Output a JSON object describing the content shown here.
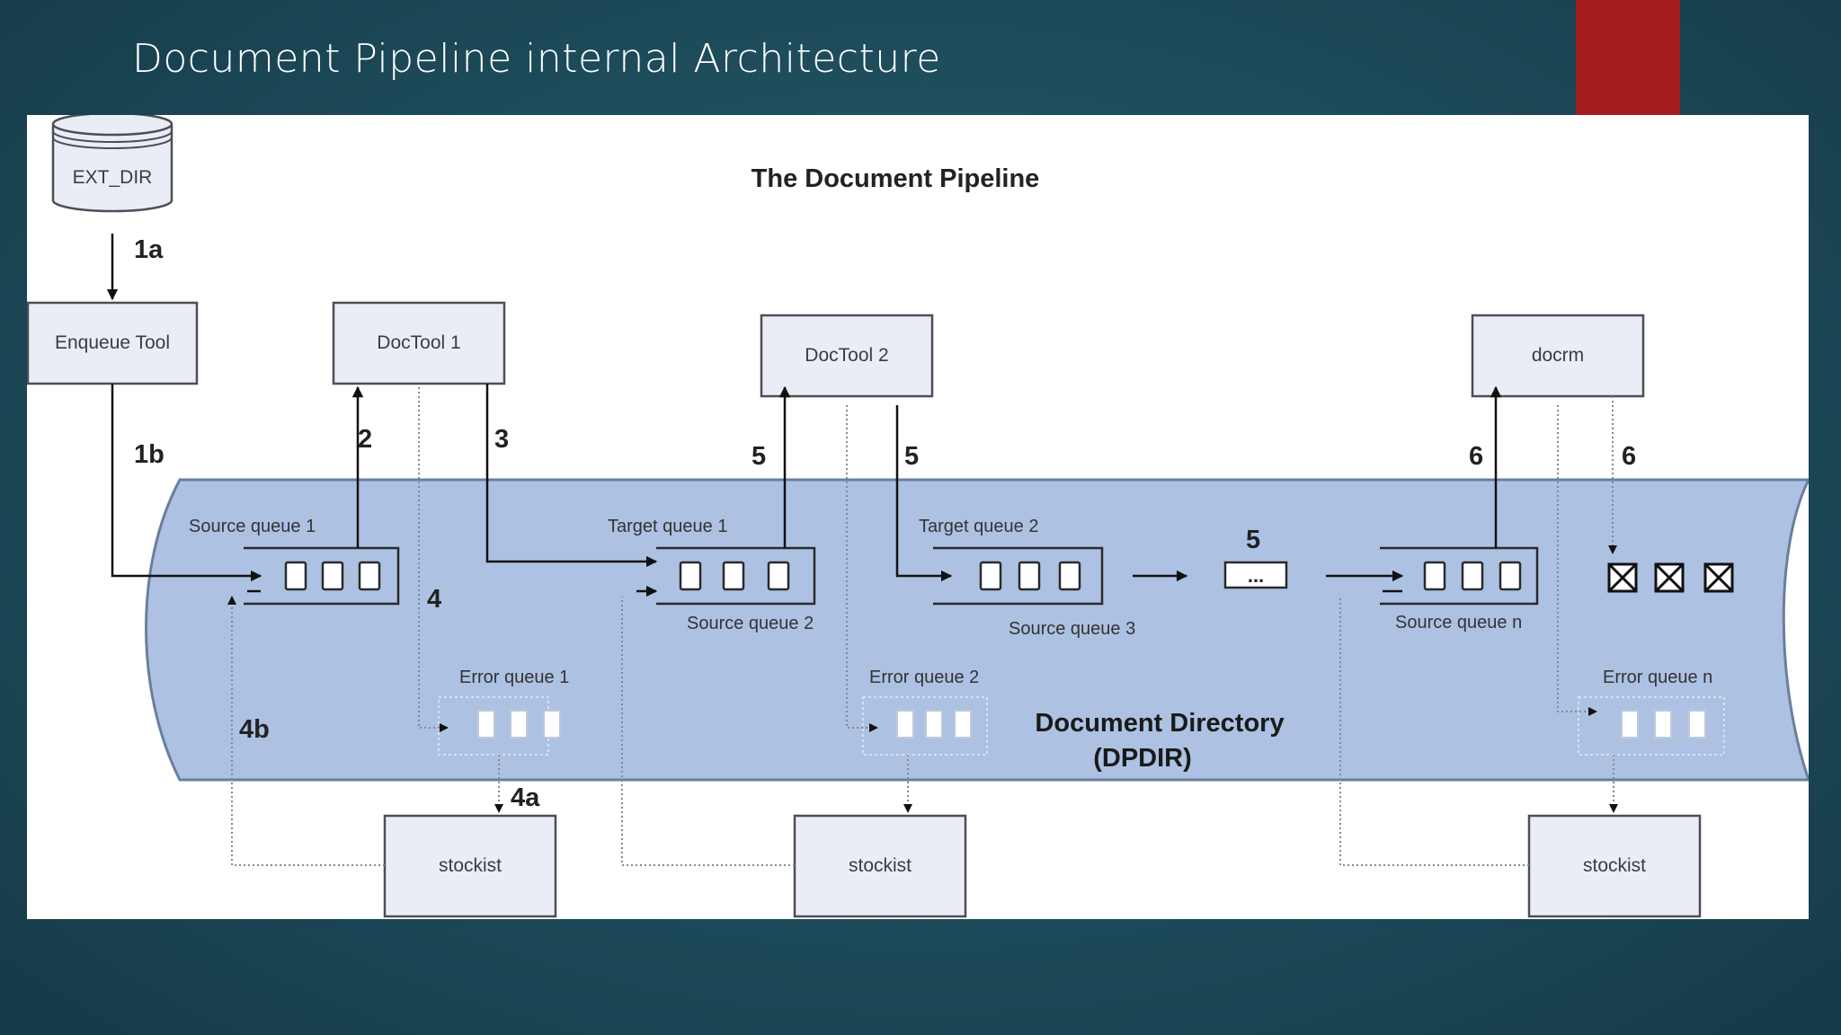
{
  "slide": {
    "title": "Document Pipeline internal Architecture",
    "accent_color": "#a51c1c",
    "background_color": "#1f4f5e"
  },
  "diagram": {
    "title": "The Document Pipeline",
    "directory": {
      "line1": "Document Directory",
      "line2": "(DPDIR)",
      "band_color": "#adc2e2"
    },
    "nodes": {
      "ext_dir": "EXT_DIR",
      "enqueue_tool": "Enqueue Tool",
      "doctool1": "DocTool 1",
      "doctool2": "DocTool 2",
      "docrm": "docrm",
      "stockist1": "stockist",
      "stockist2": "stockist",
      "stockist3": "stockist"
    },
    "queues": {
      "source_queue_1": "Source queue 1",
      "target_queue_1": "Target queue 1",
      "source_queue_2": "Source queue 2",
      "target_queue_2": "Target queue 2",
      "source_queue_3": "Source queue 3",
      "source_queue_n": "Source queue n",
      "error_queue_1": "Error queue 1",
      "error_queue_2": "Error queue 2",
      "error_queue_n": "Error queue n",
      "ellipsis": "..."
    },
    "steps": {
      "s1a": "1a",
      "s1b": "1b",
      "s2": "2",
      "s3": "3",
      "s4": "4",
      "s4a": "4a",
      "s4b": "4b",
      "s5a": "5",
      "s5b": "5",
      "s5c": "5",
      "s6a": "6",
      "s6b": "6"
    }
  }
}
